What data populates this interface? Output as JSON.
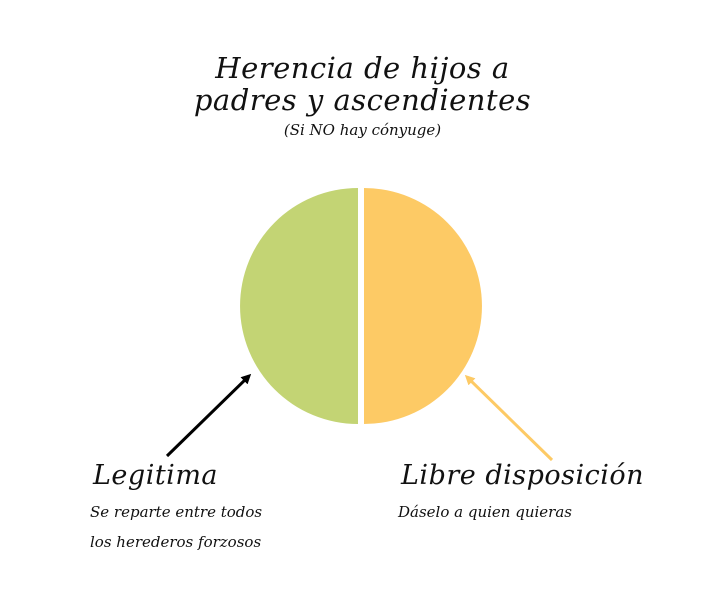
{
  "title_lines": [
    "Herencia de hijos a",
    "padres y ascendientes"
  ],
  "subtitle": "(Si NO hay cónyuge)",
  "chart_data": {
    "type": "pie",
    "labels": [
      "Legitima",
      "Libre disposición"
    ],
    "values": [
      50,
      50
    ],
    "colors": [
      "#c3d474",
      "#fdca65"
    ],
    "arrow_colors": [
      "#000000",
      "#fdca65"
    ],
    "descriptions": [
      [
        "Se reparte entre todos",
        "los herederos forzosos"
      ],
      [
        "Dáselo a quien quieras"
      ]
    ]
  }
}
